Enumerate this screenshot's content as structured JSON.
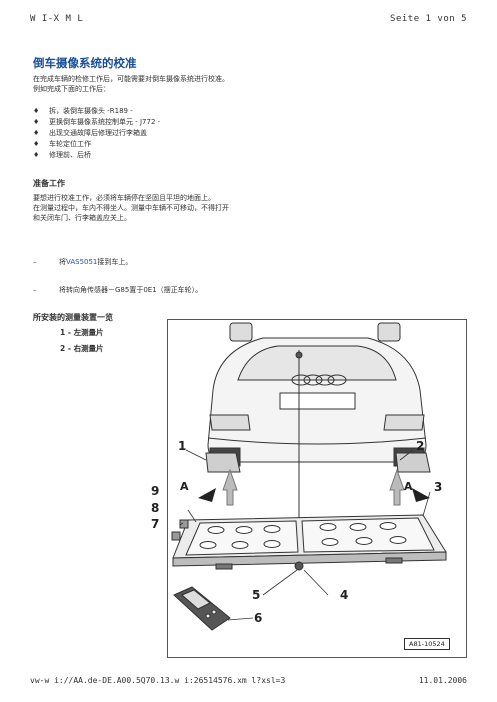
{
  "header": {
    "left": "W I-X M L",
    "right": "Seite 1 von 5"
  },
  "title": "倒车摄像系统的校准",
  "intro": [
    "在完成车辆的检修工作后，可能需要对倒车摄像系统进行校准。",
    "例如完成下面的工作后："
  ],
  "bullets": [
    "拆，装倒车摄像头 -R189 -",
    "更换倒车摄像系统控制单元  - J772 -",
    "出现交通故障后修理过行李箱盖",
    "车轮定位工作",
    "修理前、后桥"
  ],
  "prep_heading": "准备工作",
  "prep_text": [
    "要想进行校准工作，必须将车辆停在坚固且平坦的地面上。",
    "在测量过程中，车内不得坐人。测量中车辆不可移动，不得打开",
    "和关闭车门、行李箱盖应关上。"
  ],
  "steps": [
    {
      "prefix": "将",
      "link": "VAS5051",
      "suffix": "接到车上。"
    },
    {
      "prefix": "将转向角传感器－G85置于0E1（摆正车轮）。",
      "link": "",
      "suffix": ""
    }
  ],
  "equip_heading": "所安装的测量装置一览",
  "legend": [
    {
      "num": "1",
      "label": "左测量片"
    },
    {
      "num": "2",
      "label": "右测量片"
    }
  ],
  "figure": {
    "callouts": [
      "1",
      "2",
      "3",
      "4",
      "5",
      "6",
      "7",
      "8",
      "9",
      "A",
      "A"
    ],
    "ref": "A81-10524"
  },
  "footer": {
    "left": "vw-w i://AA.de-DE.A00.5Q70.13.w i:26514576.xm l?xsl=3",
    "right": "11.01.2006"
  }
}
